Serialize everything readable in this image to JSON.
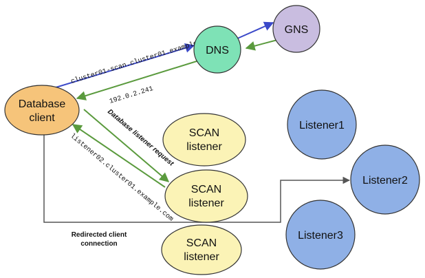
{
  "nodes": {
    "database_client": {
      "line1": "Database",
      "line2": "client"
    },
    "dns": {
      "label": "DNS"
    },
    "gns": {
      "label": "GNS"
    },
    "scan_listener_1": {
      "line1": "SCAN",
      "line2": "listener"
    },
    "scan_listener_2": {
      "line1": "SCAN",
      "line2": "listener"
    },
    "scan_listener_3": {
      "line1": "SCAN",
      "line2": "listener"
    },
    "listener1": {
      "label": "Listener1"
    },
    "listener2": {
      "label": "Listener2"
    },
    "listener3": {
      "label": "Listener3"
    }
  },
  "edges": {
    "dns_query": "cluster01-scan.cluster01.example.com",
    "dns_reply": "192.0.2.241",
    "listener_request": "Database listener request",
    "listener_reply": "listener02.cluster01.example.com",
    "redirect": {
      "line1": "Redirected client",
      "line2": "connection"
    }
  },
  "colors": {
    "client_fill": "#f6c47a",
    "dns_fill": "#7ee2b6",
    "gns_fill": "#c9bde0",
    "scan_fill": "#fbf3b6",
    "listener_fill": "#8fb0e6",
    "blue_arrow": "#3b49c9",
    "green_arrow": "#5a9a3d",
    "gray_line": "#555555"
  }
}
